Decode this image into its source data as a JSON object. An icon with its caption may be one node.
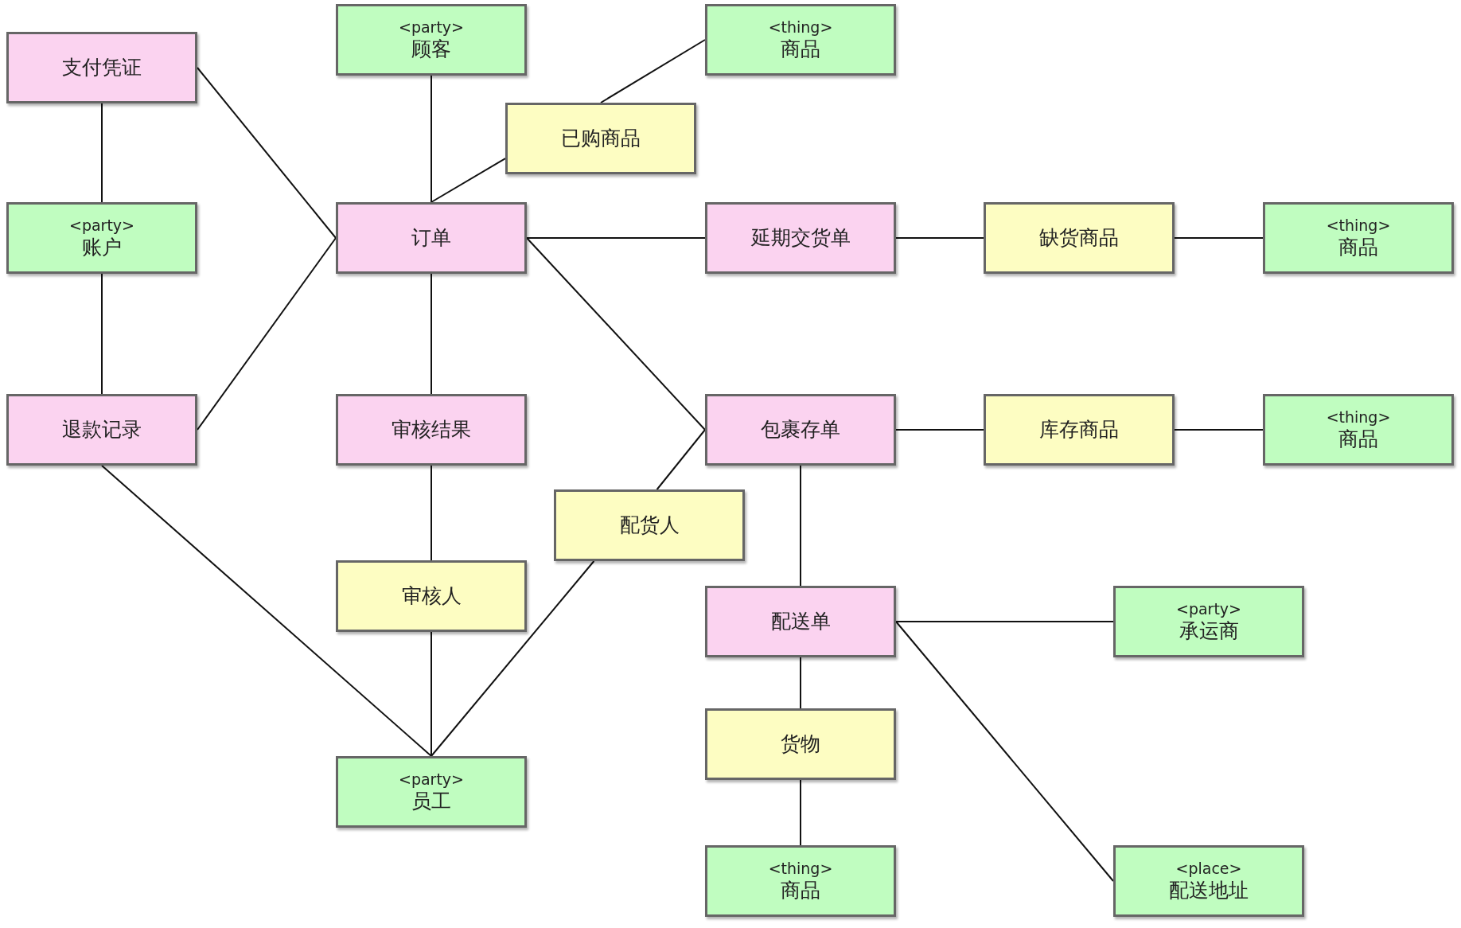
{
  "diagram": {
    "nodes": [
      {
        "text": [
          "支付凭证"
        ]
      },
      {
        "text": [
          "<party>",
          "顾客"
        ]
      },
      {
        "text": [
          "<thing>",
          "商品"
        ]
      },
      {
        "text": [
          "已购商品"
        ]
      },
      {
        "text": [
          "<party>",
          "账户"
        ]
      },
      {
        "text": [
          "订单"
        ]
      },
      {
        "text": [
          "延期交货单"
        ]
      },
      {
        "text": [
          "缺货商品"
        ]
      },
      {
        "text": [
          "<thing>",
          "商品"
        ]
      },
      {
        "text": [
          "退款记录"
        ]
      },
      {
        "text": [
          "审核结果"
        ]
      },
      {
        "text": [
          "包裹存单"
        ]
      },
      {
        "text": [
          "库存商品"
        ]
      },
      {
        "text": [
          "<thing>",
          "商品"
        ]
      },
      {
        "text": [
          "配货人"
        ]
      },
      {
        "text": [
          "审核人"
        ]
      },
      {
        "text": [
          "配送单"
        ]
      },
      {
        "text": [
          "<party>",
          "承运商"
        ]
      },
      {
        "text": [
          "货物"
        ]
      },
      {
        "text": [
          "<party>",
          "员工"
        ]
      },
      {
        "text": [
          "<thing>",
          "商品"
        ]
      },
      {
        "text": [
          "<place>",
          "配送地址"
        ]
      }
    ],
    "edges": [
      {
        "from": 0,
        "to": 4,
        "arrow": "none"
      },
      {
        "from": 0,
        "to": 5,
        "arrow": "none"
      },
      {
        "from": 1,
        "to": 5,
        "arrow": "none"
      },
      {
        "from": 2,
        "to": 3,
        "arrow": "none"
      },
      {
        "from": 3,
        "to": 5,
        "arrow": "none"
      },
      {
        "from": 4,
        "to": 9,
        "arrow": "none"
      },
      {
        "from": 9,
        "to": 5,
        "arrow": "none"
      },
      {
        "from": 5,
        "to": 6,
        "arrow": "none"
      },
      {
        "from": 5,
        "to": 11,
        "arrow": "none"
      },
      {
        "from": 5,
        "to": 10,
        "arrow": "none"
      },
      {
        "from": 6,
        "to": 7,
        "arrow": "none"
      },
      {
        "from": 7,
        "to": 8,
        "arrow": "none"
      },
      {
        "from": 9,
        "to": 19,
        "arrow": "none"
      },
      {
        "from": 10,
        "to": 15,
        "arrow": "none"
      },
      {
        "from": 15,
        "to": 19,
        "arrow": "none"
      },
      {
        "from": 11,
        "to": 12,
        "arrow": "none"
      },
      {
        "from": 12,
        "to": 13,
        "arrow": "none"
      },
      {
        "from": 11,
        "to": 14,
        "arrow": "none"
      },
      {
        "from": 14,
        "to": 19,
        "arrow": "none"
      },
      {
        "from": 11,
        "to": 16,
        "arrow": "none"
      },
      {
        "from": 16,
        "to": 17,
        "arrow": "none"
      },
      {
        "from": 16,
        "to": 21,
        "arrow": "none"
      },
      {
        "from": 16,
        "to": 18,
        "arrow": "none"
      },
      {
        "from": 18,
        "to": 20,
        "arrow": "none"
      }
    ]
  }
}
